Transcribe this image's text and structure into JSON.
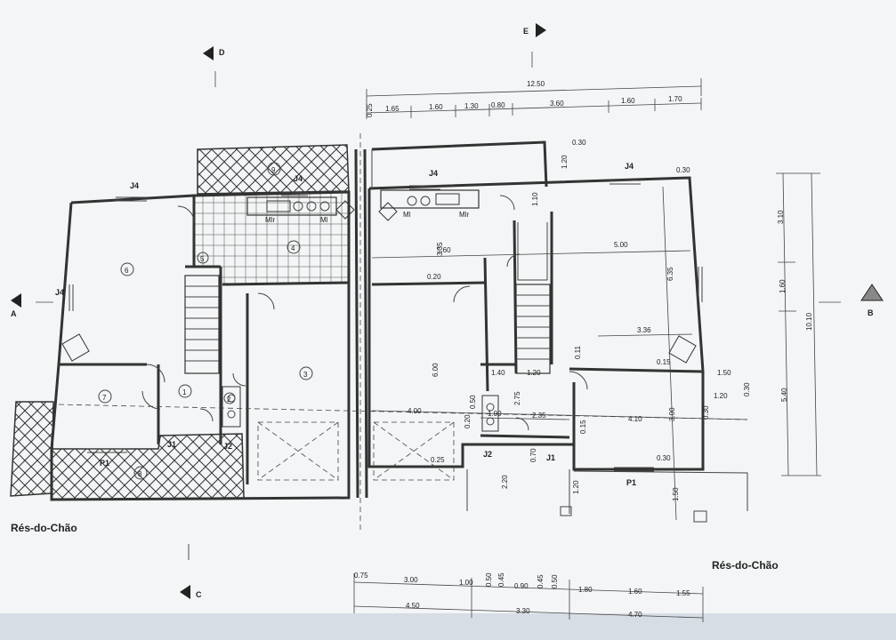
{
  "drawing": {
    "title_left": "Rés-do-Chão",
    "title_right": "Rés-do-Chão"
  },
  "sections": {
    "a": "A",
    "b": "B",
    "c": "C",
    "d": "D",
    "e": "E"
  },
  "openings": {
    "j4_left": "J4",
    "j4_kitchen": "J4",
    "j4_mid": "J4",
    "j4_right": "J4",
    "j4_west": "J4",
    "j1_left": "J1",
    "j1_right": "J1",
    "j2_left": "J2",
    "j2_right": "J2",
    "p1_left": "P1",
    "p1_right": "P1"
  },
  "rooms": {
    "r1": "1",
    "r2": "2",
    "r3": "3",
    "r4": "4",
    "r5": "5",
    "r6": "6",
    "r7": "7",
    "r8": "8",
    "r9": "9"
  },
  "appliances": {
    "mlr1": "Mlr",
    "ml1": "Ml",
    "ml2": "Ml",
    "mlr2": "Mlr"
  },
  "dims": {
    "top_total": "12.50",
    "top_segments": [
      "1.65",
      "1.60",
      "1.30",
      "0.80",
      "3.60",
      "1.60",
      "1.70"
    ],
    "top_small": "0.25",
    "d030_a": "0.30",
    "d120_a": "1.20",
    "d030_b": "0.30",
    "right_total": "10.10",
    "right_segments": [
      "3.10",
      "1.60",
      "5.40"
    ],
    "bottom_segments": [
      "0.75",
      "3.00",
      "1.00",
      "0.50",
      "0.45",
      "0.90",
      "0.45",
      "0.50",
      "1.80",
      "1.60",
      "1.55"
    ],
    "bottom_totals": [
      "4.50",
      "3.30",
      "4.70"
    ],
    "interior": {
      "d110": "1.10",
      "d335": "3.35",
      "d560": "5.60",
      "d500": "5.00",
      "d635": "6.35",
      "d336": "3.36",
      "d015_a": "0.15",
      "d011": "0.11",
      "d020": "0.20",
      "d600": "6.00",
      "d400": "4.00",
      "d140": "1.40",
      "d120_b": "1.20",
      "d275": "2.75",
      "d235": "2.35",
      "d100": "1.00",
      "d050": "0.50",
      "d410": "4.10",
      "d300": "3.00",
      "d030_c": "0.30",
      "d150_a": "1.50",
      "d120_c": "1.20",
      "d030_d": "0.30",
      "d220": "2.20",
      "d070": "0.70",
      "d120_d": "1.20",
      "d150_b": "1.50",
      "d015_b": "0.15",
      "d030_e": "0.30",
      "d020_b": "0.20",
      "d025": "0.25"
    }
  }
}
